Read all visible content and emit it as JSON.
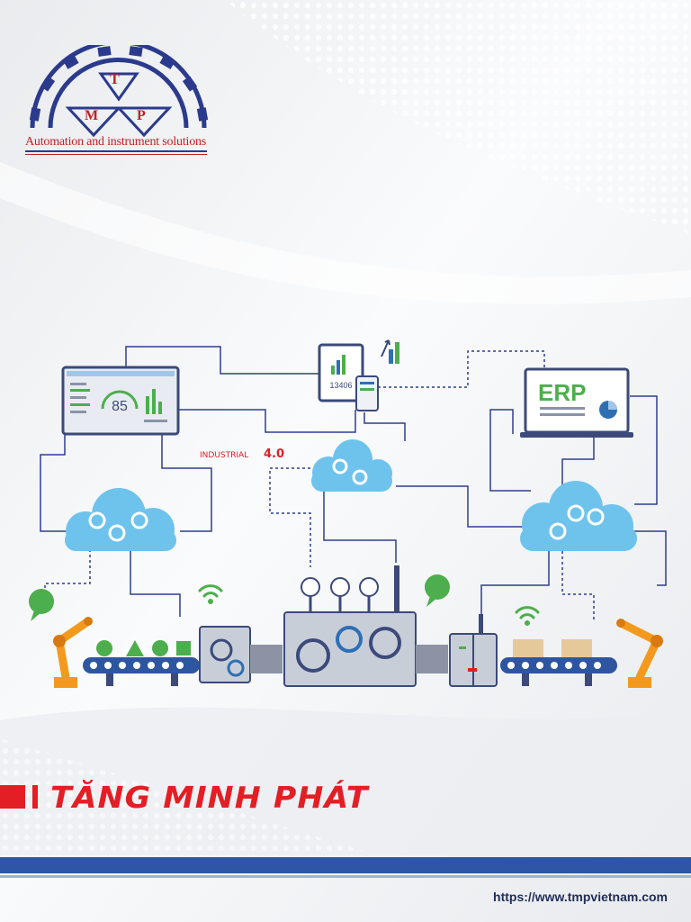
{
  "logo": {
    "letters": [
      "T",
      "M",
      "P"
    ],
    "tagline": "Automation and instrument solutions",
    "colors": {
      "gear": "#2b3a8c",
      "letters": "#c41e25"
    }
  },
  "illustration": {
    "industrial_label": "INDUSTRIAL",
    "industrial_version": "4.0",
    "gauge_value": "85",
    "counter_value": "13406",
    "erp_label": "ERP",
    "colors": {
      "cloud": "#6ec3ec",
      "line": "#2e3e8e",
      "green": "#4cae4c",
      "red": "#e31e24",
      "robot": "#f39a1e"
    }
  },
  "company": {
    "name": "TĂNG MINH PHÁT"
  },
  "footer": {
    "website": "https://www.tmpvietnam.com",
    "band_color": "#2f55a6"
  }
}
